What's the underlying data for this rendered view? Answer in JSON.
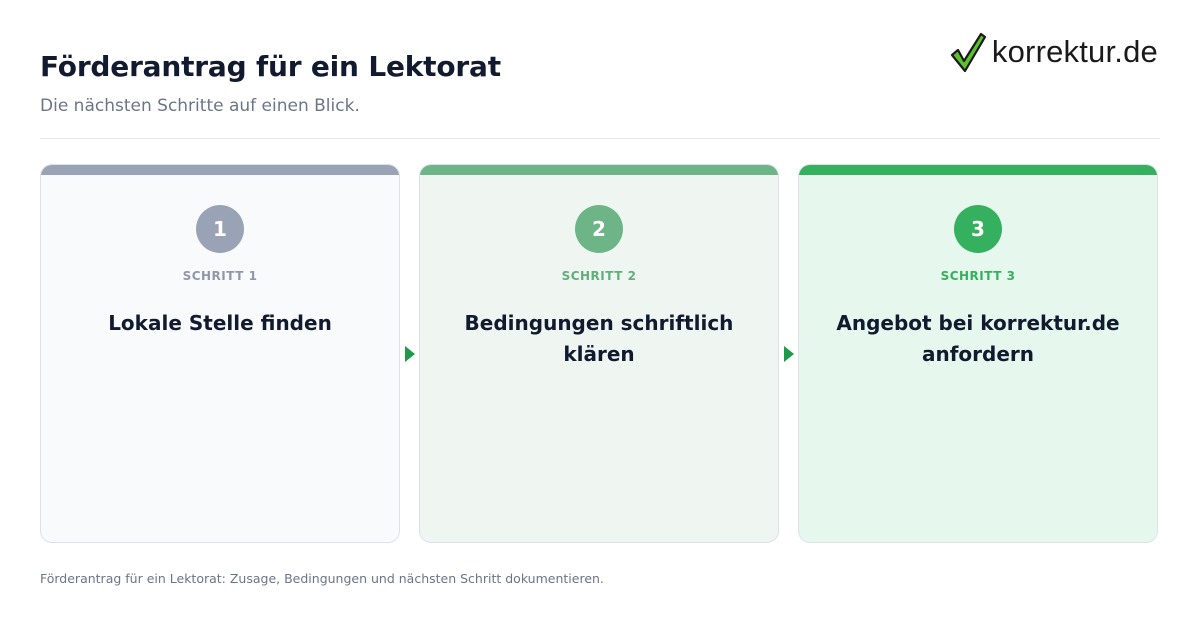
{
  "header": {
    "title": "Förderantrag für ein Lektorat",
    "subtitle": "Die nächsten Schritte auf einen Blick."
  },
  "logo": {
    "icon": "checkmark-icon",
    "text": "korrektur.de",
    "check_color": "#5cc22c"
  },
  "steps": [
    {
      "number": "1",
      "label": "SCHRITT 1",
      "text": "Lokale Stelle finden",
      "accent": "#9aa3b5"
    },
    {
      "number": "2",
      "label": "SCHRITT 2",
      "text": "Bedingungen schriftlich klären",
      "accent": "#6db487"
    },
    {
      "number": "3",
      "label": "SCHRITT 3",
      "text": "Angebot bei korrektur.de anfordern",
      "accent": "#35b05f"
    }
  ],
  "connectors": {
    "icon": "arrow-right-icon",
    "color": "#1f9a4a"
  },
  "footer": {
    "note": "Förderantrag für ein Lektorat: Zusage, Bedingungen und nächsten Schritt dokumentieren."
  }
}
